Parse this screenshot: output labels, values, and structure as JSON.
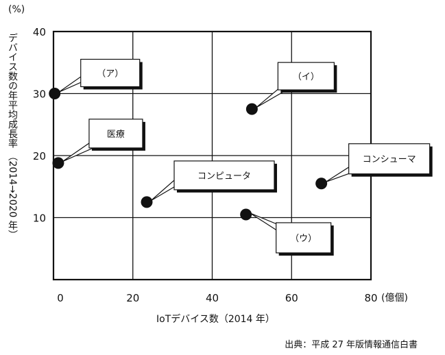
{
  "chart_data": {
    "type": "scatter",
    "y_unit": "(%)",
    "x_unit": "(億個)",
    "xlabel": "IoTデバイス数（2014 年）",
    "ylabel": "デバイス数の年平均成長率 （2014→2020 年）",
    "x_ticks": [
      "0",
      "20",
      "40",
      "60",
      "80"
    ],
    "y_ticks": [
      "10",
      "20",
      "30",
      "40"
    ],
    "xlim": [
      0,
      80
    ],
    "ylim": [
      0,
      40
    ],
    "grid": true,
    "points": [
      {
        "label": "（ア）",
        "x": 0.3,
        "y": 30
      },
      {
        "label": "（イ）",
        "x": 50,
        "y": 27.5
      },
      {
        "label": "医療",
        "x": 1.2,
        "y": 18.8
      },
      {
        "label": "コンシューマ",
        "x": 67.5,
        "y": 15.5
      },
      {
        "label": "コンピュータ",
        "x": 23.5,
        "y": 12.5
      },
      {
        "label": "（ウ）",
        "x": 48.5,
        "y": 10.5
      }
    ],
    "source": "出典：平成 27 年版情報通信白書"
  }
}
